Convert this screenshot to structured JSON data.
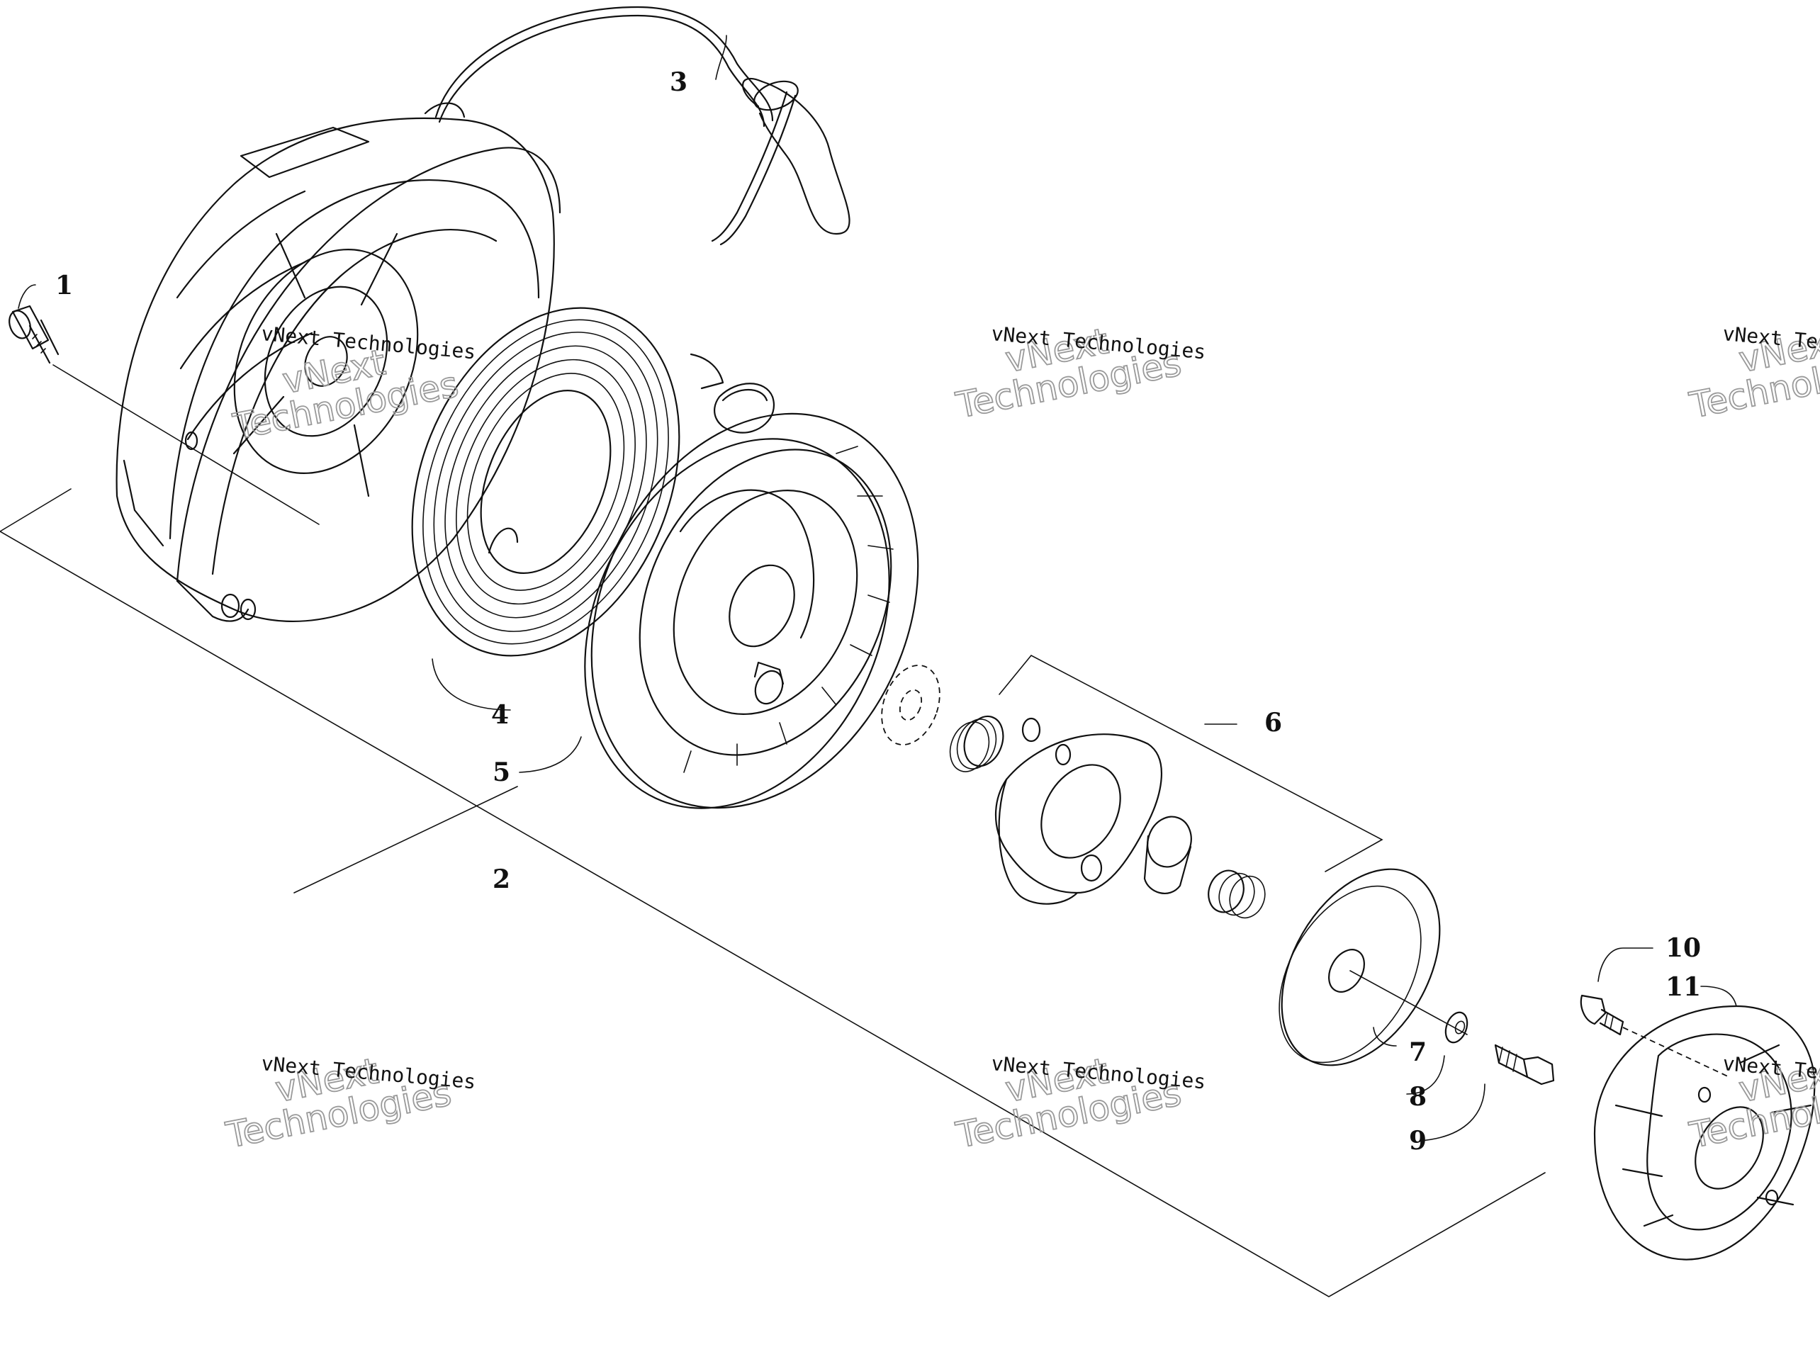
{
  "callouts": [
    "1",
    "2",
    "3",
    "4",
    "5",
    "6",
    "7",
    "8",
    "9",
    "10",
    "11"
  ],
  "watermark": {
    "line1": "vNext",
    "line2": "Technologies",
    "small": "vNext Technologies"
  }
}
